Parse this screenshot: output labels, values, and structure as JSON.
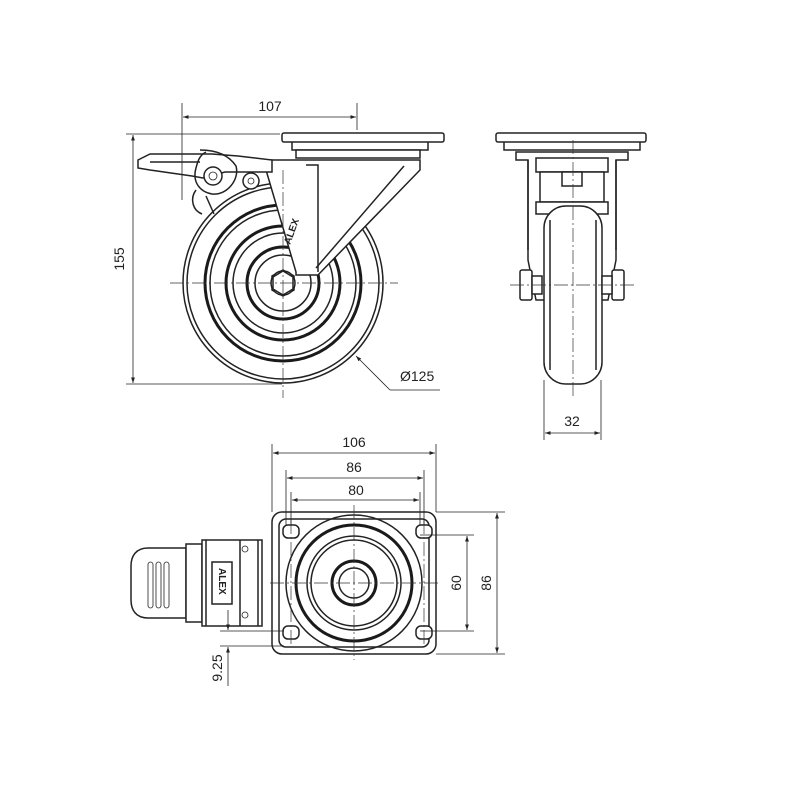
{
  "dimensions": {
    "offset_107": "107",
    "height_155": "155",
    "wheel_diameter": "Ø125",
    "wheel_width_32": "32",
    "plate_width_106": "106",
    "plate_86_top": "86",
    "bolt_80": "80",
    "bolt_60": "60",
    "plate_86_side": "86",
    "hole_9_25": "9.25"
  },
  "labels": {
    "brand_side": "ALEX",
    "brand_top": "ALEX"
  },
  "colors": {
    "line": "#222222",
    "background": "#ffffff"
  }
}
